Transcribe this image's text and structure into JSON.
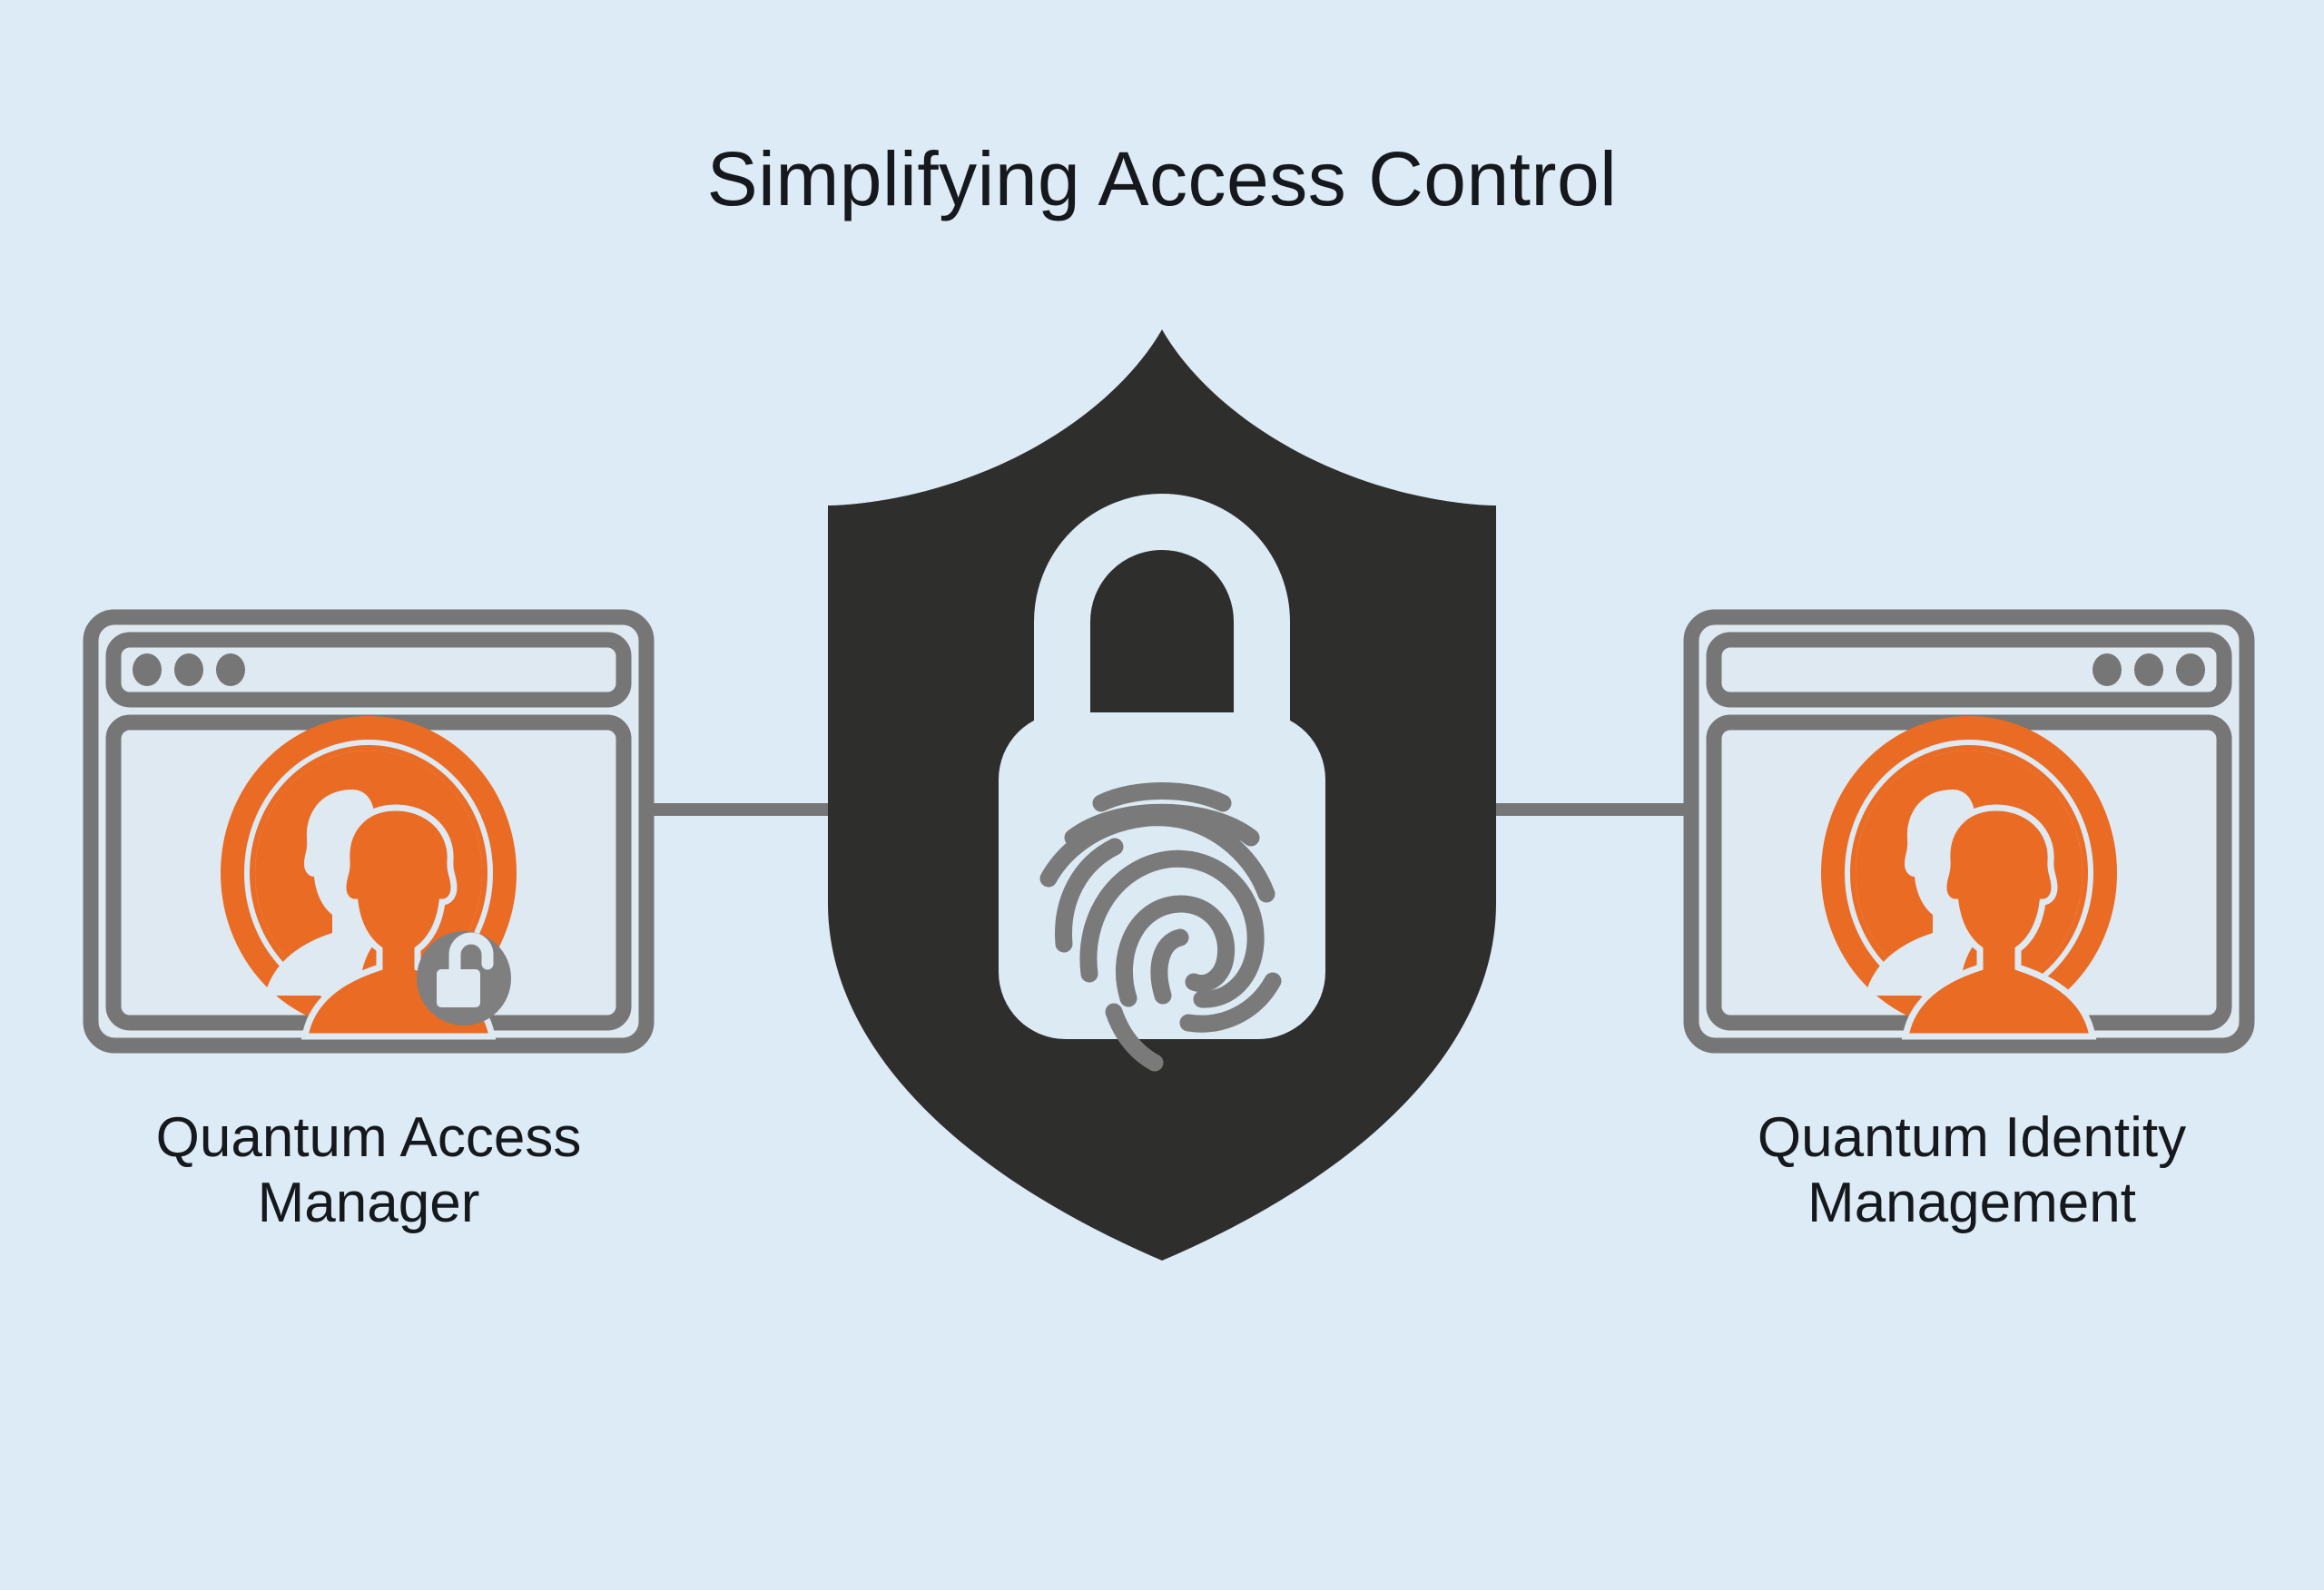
{
  "page": {
    "title": "Simplifying Access Control",
    "background_color": "#dcebf5"
  },
  "colors": {
    "background": "#dcebf5",
    "title_text": "#15181d",
    "shield_dark": "#2e2e2c",
    "panel_border_gray": "#767676",
    "panel_fill": "#dee9f2",
    "accent_orange": "#ea6b24",
    "badge_gray": "#7f7f7f",
    "fingerprint_gray": "#7a7a7a",
    "lock_body_light": "#dceaf4"
  },
  "nodes": {
    "left": {
      "icon_name": "users-circle-with-lock-icon",
      "window_icon": "browser-window",
      "dots_position": "left",
      "dot_count": 3,
      "badge_icon": "open-padlock-icon",
      "label_lines": [
        "Quantum Access",
        "Manager"
      ],
      "label_full": "Quantum Access Manager"
    },
    "right": {
      "icon_name": "users-circle-icon",
      "window_icon": "browser-window",
      "dots_position": "right",
      "dot_count": 3,
      "badge_icon": "",
      "label_lines": [
        "Quantum Identity",
        "Management"
      ],
      "label_full": "Quantum Identity Management"
    }
  },
  "center": {
    "icon_name": "shield-padlock-fingerprint-icon",
    "shield_icon": "shield",
    "lock_icon": "padlock",
    "biometric_icon": "fingerprint-icon"
  },
  "connectors": [
    {
      "name": "left-connector",
      "from": "left",
      "to": "center"
    },
    {
      "name": "right-connector",
      "from": "center",
      "to": "right"
    }
  ]
}
